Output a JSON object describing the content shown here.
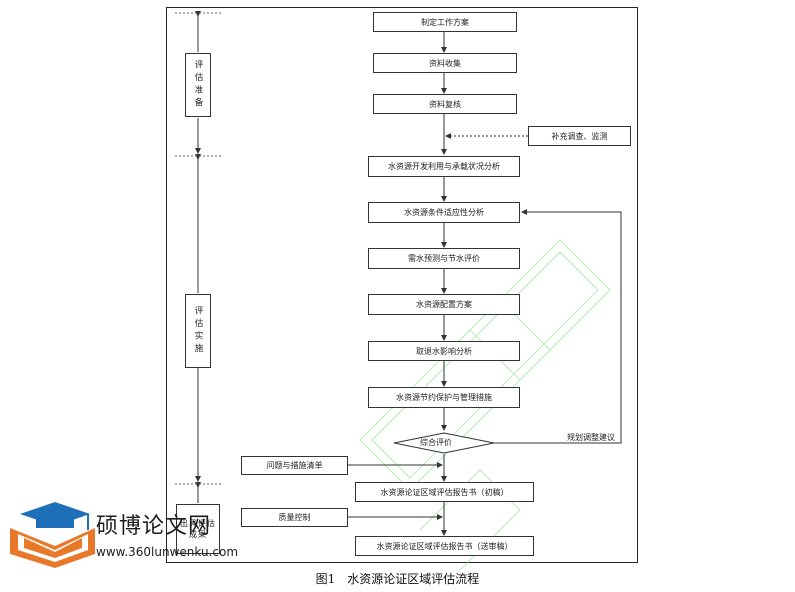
{
  "steps": {
    "s1": "制定工作方案",
    "s2": "资料收集",
    "s3": "资料复核",
    "s4": "水资源开发利用与承载状况分析",
    "s5": "水资源条件适应性分析",
    "s6": "需水预测与节水评价",
    "s7": "水资源配置方案",
    "s8": "取退水影响分析",
    "s9": "水资源节约保护与管理措施",
    "s10": "水资源论证区域评估报告书（初稿）",
    "s11": "水资源论证区域评估报告书（送审稿）"
  },
  "decision": "综合评价",
  "side_boxes": {
    "supplement": "补充调查、监测",
    "problems": "问题与措施清单",
    "quality": "质量控制"
  },
  "feedback_label": "规划调整建议",
  "stages": {
    "prep": "评估准备",
    "impl": "评估实施",
    "output": "出具评估成果"
  },
  "caption": "图1　水资源论证区域评估流程",
  "watermark": {
    "title": "硕博论文网",
    "url": "www.360lunwenku.com"
  },
  "colors": {
    "line": "#333333",
    "watermark_green": "#3cc83c",
    "logo_blue": "#1d6fb8",
    "logo_orange": "#e8792a"
  }
}
